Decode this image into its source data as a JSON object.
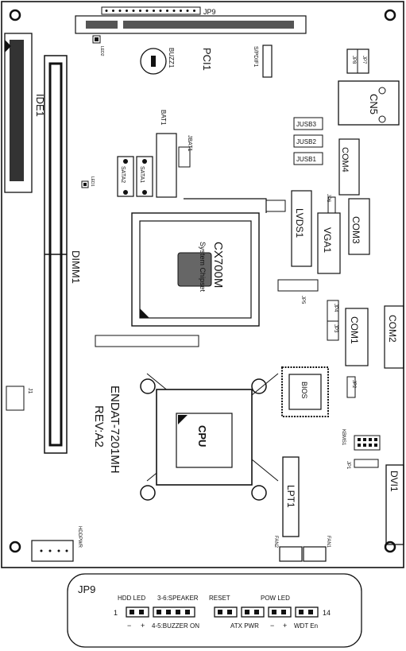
{
  "board": {
    "model_line1": "ENDAT-7201MH",
    "model_line2": "REV:A2",
    "labels": {
      "jp9_top": "JP9",
      "pci": "PCI1",
      "buzz": "BUZZ1",
      "spdif": "S/PDIF1",
      "jp7": "JP7",
      "jp8": "JP8",
      "led2": "LED2",
      "ide": "IDE1",
      "cn5": "CN5",
      "jusb3": "JUSB3",
      "jusb2": "JUSB2",
      "jusb1": "JUSB1",
      "com4": "COM4",
      "com3": "COM3",
      "com1": "COM1",
      "com2": "COM2",
      "bat": "BAT1",
      "jbat": "JBAT1",
      "sata2": "SATA2",
      "sata1": "SATA1",
      "led1": "LED1",
      "jp6": "JP6",
      "lvds": "LVDS1",
      "vga": "VGA1",
      "chip": "CX700M",
      "chip_sub": "System Chipset",
      "jp5": "JP5",
      "jp4": "JP4",
      "jp3": "JP3",
      "jp2": "JP2",
      "bios": "BIOS",
      "dimm": "DIMM1",
      "j1": "J1",
      "kbms": "KBMS1",
      "jp1": "JP1",
      "cpu": "CPU",
      "lpt": "LPT1",
      "dvi": "DVI1",
      "hddpwr": "HDDPWR",
      "fan2": "FAN2",
      "fan1": "FAN1"
    }
  },
  "jp9_detail": {
    "title": "JP9",
    "pin_first": "1",
    "pin_last": "14",
    "groups_top": [
      "HDD LED",
      "3-6:SPEAKER",
      "RESET",
      "POW LED"
    ],
    "groups_bottom": [
      "4-5:BUZZER ON",
      "ATX PWR",
      "WDT En"
    ],
    "signs": [
      "−",
      "+",
      "−",
      "+"
    ]
  }
}
